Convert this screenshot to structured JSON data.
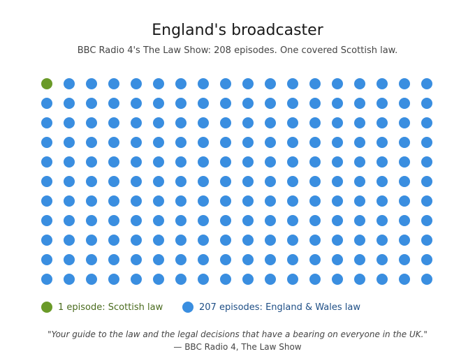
{
  "chart_data": {
    "type": "waffle",
    "title": "England's broadcaster",
    "subtitle": "BBC Radio 4's The Law Show: 208 episodes. One covered Scottish law.",
    "total": 208,
    "columns": 18,
    "series": [
      {
        "name": "1 episode: Scottish law",
        "value": 1,
        "color": "#6a9a28",
        "label_color": "#4a6b1e"
      },
      {
        "name": "207 episodes: England & Wales law",
        "value": 207,
        "color": "#3a8ee0",
        "label_color": "#1f4f86"
      }
    ],
    "legend_position": "bottom"
  },
  "footer": {
    "quote": "\"Your guide to the law and the legal decisions that have a bearing on everyone in the UK.\"",
    "attribution": "— BBC Radio 4, The Law Show"
  }
}
